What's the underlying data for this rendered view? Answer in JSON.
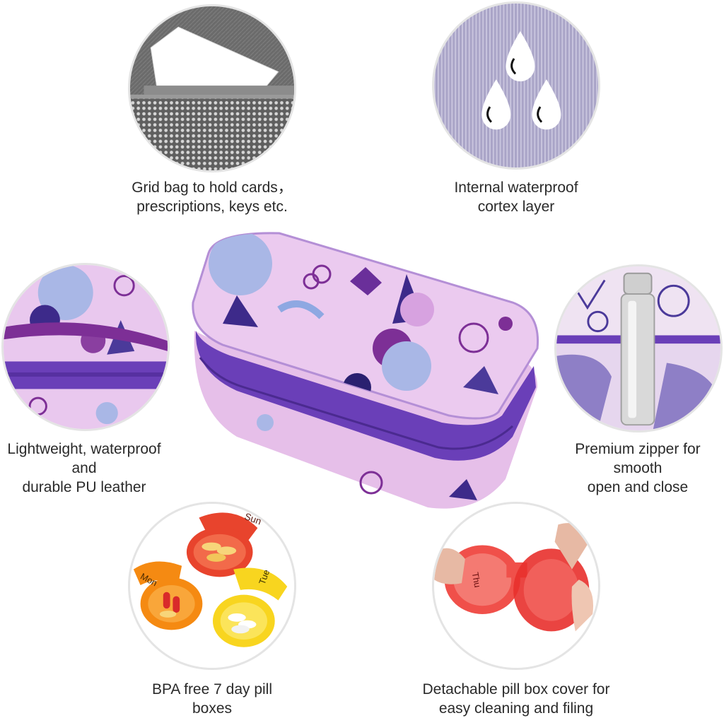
{
  "features": [
    {
      "id": "grid-bag",
      "lines": [
        "Grid bag to hold cards，",
        "prescriptions, keys etc."
      ]
    },
    {
      "id": "waterproof-layer",
      "lines": [
        "Internal waterproof",
        "cortex layer"
      ]
    },
    {
      "id": "pu-leather",
      "lines": [
        "Lightweight, waterproof",
        "and",
        "durable PU leather"
      ]
    },
    {
      "id": "zipper",
      "lines": [
        "Premium zipper for",
        "smooth",
        "open and close"
      ]
    },
    {
      "id": "pill-boxes",
      "lines": [
        "BPA free 7 day pill",
        "boxes"
      ]
    },
    {
      "id": "detachable-cover",
      "lines": [
        "Detachable pill box cover for",
        "easy cleaning and filing"
      ]
    }
  ],
  "pill_labels": {
    "sun": "Sun",
    "mon": "Mon",
    "tue": "Tue",
    "thu": "Thu"
  },
  "colors": {
    "case_pink": "#e9c8ee",
    "zipper_purple": "#6a3fb8",
    "accent_purple": "#7d2f96",
    "mesh_gray": "#7a7a7a",
    "lining_lavender": "#b7b3d1",
    "pill_red": "#e8442d",
    "pill_orange": "#f58a12",
    "pill_yellow": "#f8d51f",
    "cover_red": "#f0504a"
  }
}
